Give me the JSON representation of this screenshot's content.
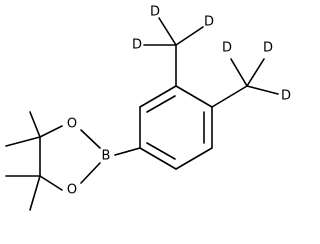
{
  "molecule": {
    "atoms": {
      "boron": "B",
      "oxygen_upper": "O",
      "oxygen_lower": "O",
      "deuterium_1": "D",
      "deuterium_2": "D",
      "deuterium_3": "D",
      "deuterium_4": "D",
      "deuterium_5": "D",
      "deuterium_6": "D"
    }
  }
}
